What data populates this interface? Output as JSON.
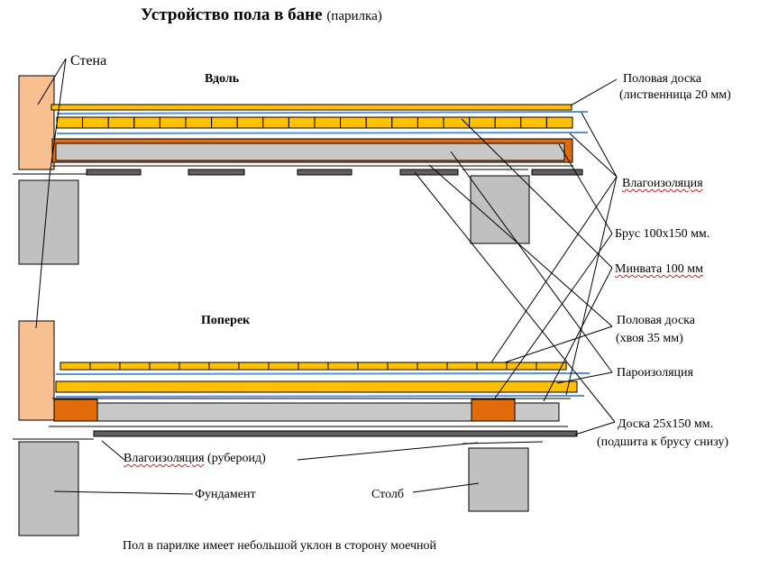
{
  "title": {
    "main": "Устройство пола в бане",
    "suffix": "(парилка)"
  },
  "sections": {
    "top": "Вдоль",
    "bottom": "Поперек"
  },
  "labels": {
    "wall": "Стена",
    "floor_board_line1": "Половая доска",
    "floor_board_line2": "(лиственница 20 мм)",
    "waterproofing": "Влагоизоляция",
    "beam": "Брус 100х150 мм.",
    "mineral_wool": "Минвата 100 мм",
    "subfloor_board_line1": "Половая доска",
    "subfloor_board_line2": "(хвоя 35 мм)",
    "vapor_barrier": "Пароизоляция",
    "plank_line1": "Доска 25х150 мм.",
    "plank_line2": "(подшита к брусу снизу)",
    "roofing_felt_word": "Влагоизоляция",
    "roofing_felt_suffix": "(рубероид)",
    "foundation": "Фундамент",
    "pillar": "Столб"
  },
  "footnote": "Пол в парилке имеет небольшой уклон в сторону моечной",
  "colors": {
    "wall": "#f8c090",
    "board": "#ffc000",
    "beam": "#e36c0a",
    "wool": "#c8c8c8",
    "concrete": "#c0c0c0",
    "dark_board": "#606060",
    "film": "#5b8fd6",
    "outline": "#000000"
  }
}
